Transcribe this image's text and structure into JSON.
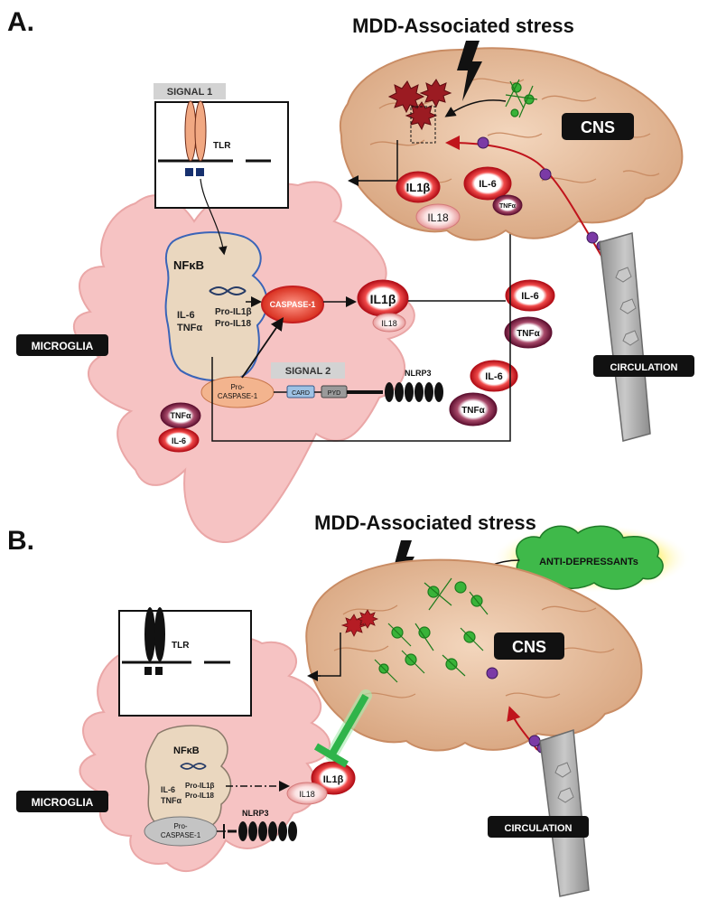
{
  "panel_a": {
    "letter": "A.",
    "stress_title": "MDD-Associated stress",
    "cns": "CNS",
    "circulation": "CIRCULATION",
    "microglia": "MICROGLIA",
    "signal1": "SIGNAL 1",
    "signal2": "SIGNAL 2",
    "tlr": "TLR",
    "nfkb": "NFκB",
    "il6": "IL-6",
    "tnfa": "TNFα",
    "pro_il1b": "Pro-IL1β",
    "pro_il18": "Pro-IL18",
    "caspase1": "CASPASE-1",
    "pro_caspase_line1": "Pro-",
    "pro_caspase_line2": "CASPASE-1",
    "card": "CARD",
    "pyd": "PYD",
    "nlrp3": "NLRP3",
    "il1b": "IL1β",
    "il18": "IL18"
  },
  "panel_b": {
    "letter": "B.",
    "stress_title": "MDD-Associated stress",
    "antidepressants": "ANTI-DEPRESSANTs",
    "cns": "CNS",
    "circulation": "CIRCULATION",
    "microglia": "MICROGLIA",
    "tlr": "TLR",
    "nfkb": "NFκB",
    "il6": "IL-6",
    "tnfa": "TNFα",
    "pro_il1b": "Pro-IL1β",
    "pro_il18": "Pro-IL18",
    "pro_caspase_line1": "Pro-",
    "pro_caspase_line2": "CASPASE-1",
    "nlrp3": "NLRP3",
    "il1b": "IL1β",
    "il18": "IL18"
  },
  "colors": {
    "microglia": "#f6c3c3",
    "brain": "#ecc7a6",
    "cytokine_red": "#d91c24",
    "cytokine_maroon": "#8b1e3f",
    "green_cells": "#2fae2f",
    "antidepressant_cloud": "#3fb94a",
    "inhibition": "#2fb44a",
    "vessel": "#a9a9a9"
  }
}
